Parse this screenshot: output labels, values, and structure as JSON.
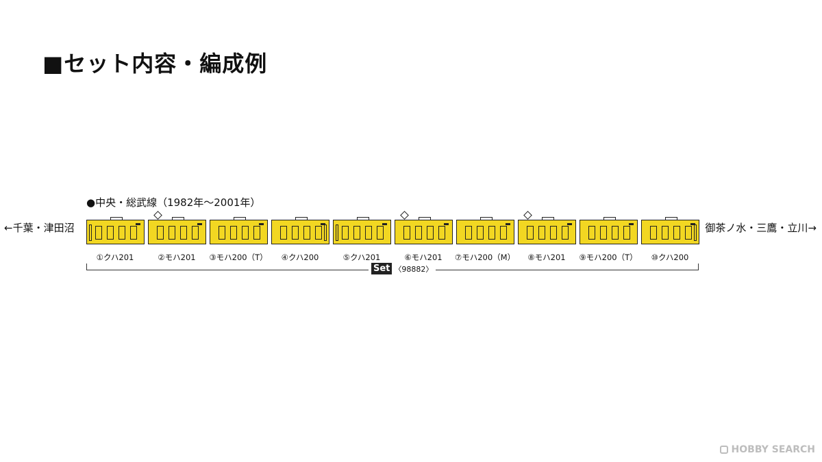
{
  "title": "■セット内容・編成例",
  "line_name": "●中央・総武線（1982年〜2001年）",
  "direction_left": "←千葉・津田沼",
  "direction_right": "御茶ノ水・三鷹・立川→",
  "cars": [
    {
      "label": "①クハ201",
      "type": "cab-left",
      "pantograph": false
    },
    {
      "label": "②モハ201",
      "type": "middle",
      "pantograph": true
    },
    {
      "label": "③モハ200（T）",
      "type": "middle",
      "pantograph": false
    },
    {
      "label": "④クハ200",
      "type": "cab-right",
      "pantograph": false
    },
    {
      "label": "⑤クハ201",
      "type": "cab-left",
      "pantograph": false
    },
    {
      "label": "⑥モハ201",
      "type": "middle",
      "pantograph": true
    },
    {
      "label": "⑦モハ200（M）",
      "type": "middle",
      "pantograph": false
    },
    {
      "label": "⑧モハ201",
      "type": "middle",
      "pantograph": true
    },
    {
      "label": "⑨モハ200（T）",
      "type": "middle",
      "pantograph": false
    },
    {
      "label": "⑩クハ200",
      "type": "cab-right",
      "pantograph": false
    }
  ],
  "set_badge": "Set",
  "set_code": "〈98882〉",
  "watermark": "HOBBY SEARCH",
  "colors": {
    "car_body": "#f2d722",
    "outline": "#222222"
  }
}
